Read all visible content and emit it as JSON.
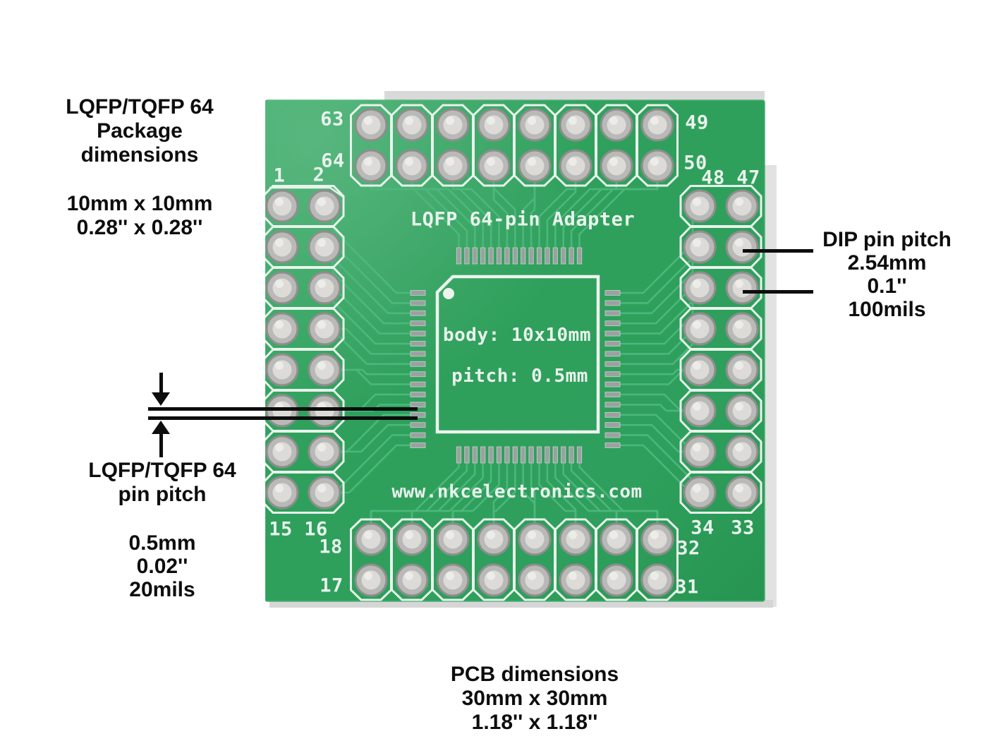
{
  "annotations": {
    "package": {
      "line1": "LQFP/TQFP 64",
      "line2": "Package",
      "line3": "dimensions",
      "value1": "10mm x 10mm",
      "value2": "0.28'' x 0.28''"
    },
    "dip_pitch": {
      "line1": "DIP pin pitch",
      "value1": "2.54mm",
      "value2": "0.1''",
      "value3": "100mils"
    },
    "lqfp_pitch": {
      "line1": "LQFP/TQFP 64",
      "line2": "pin pitch",
      "value1": "0.5mm",
      "value2": "0.02''",
      "value3": "20mils"
    },
    "pcb": {
      "line1": "PCB dimensions",
      "value1": "30mm x 30mm",
      "value2": "1.18'' x 1.18''"
    }
  },
  "board": {
    "silkscreen": {
      "title": "LQFP 64-pin Adapter",
      "body": "body: 10x10mm",
      "pitch": "pitch: 0.5mm",
      "url": "www.nkcelectronics.com"
    },
    "pin_labels": {
      "p63": "63",
      "p64": "64",
      "p1": "1",
      "p2": "2",
      "p49": "49",
      "p50": "50",
      "p48": "48",
      "p47": "47",
      "p15": "15",
      "p16": "16",
      "p18": "18",
      "p17": "17",
      "p34": "34",
      "p33": "33",
      "p32": "32",
      "p31": "31"
    },
    "colors": {
      "board_green": "#2fa05e",
      "trace_green": "#4eb97d",
      "silkscreen_white": "#e9f2ec",
      "hole_silver": "#dddbd7",
      "backdrop_grey": "#d9d9d9",
      "annotation_black": "#0d0d0d"
    }
  }
}
